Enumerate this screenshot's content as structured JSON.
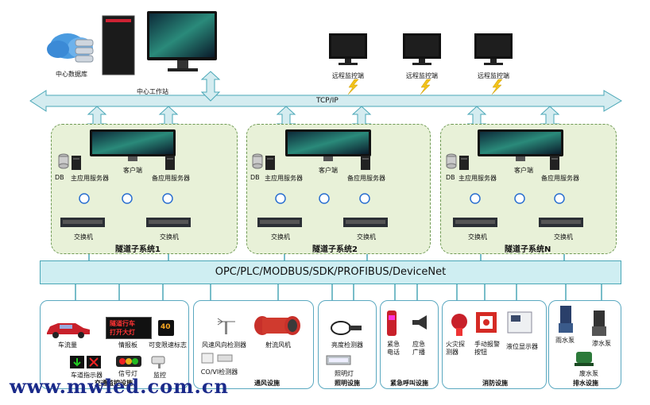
{
  "top": {
    "center_db_label": "中心数据库",
    "workstation_label": "中心工作站",
    "remote_terminals": [
      "远程监控端",
      "远程监控端",
      "远程监控端"
    ],
    "network_label": "TCP/IP"
  },
  "subsystems": [
    {
      "name": "隧道子系统1",
      "db": "DB",
      "main_server": "主应用服务器",
      "client": "客户端",
      "backup_server": "备应用服务器",
      "switch_left": "交换机",
      "switch_right": "交换机"
    },
    {
      "name": "隧道子系统2",
      "db": "DB",
      "main_server": "主应用服务器",
      "client": "客户端",
      "backup_server": "备应用服务器",
      "switch_left": "交换机",
      "switch_right": "交换机"
    },
    {
      "name": "隧道子系统N",
      "db": "DB",
      "main_server": "主应用服务器",
      "client": "客户端",
      "backup_server": "备应用服务器",
      "switch_left": "交换机",
      "switch_right": "交换机"
    }
  ],
  "bus_label": "OPC/PLC/MODBUS/SDK/PROFIBUS/DeviceNet",
  "groups": {
    "traffic": {
      "name": "交通监控设施",
      "items": [
        "车流量",
        "情报板",
        "可变限速标志",
        "车道指示器",
        "信号灯",
        "监控"
      ],
      "sign_text": [
        "隧道行车",
        "打开大灯"
      ],
      "speed_text": "40"
    },
    "ventilation": {
      "name": "通风设施",
      "items": [
        "风速风向检测器",
        "射流风机",
        "CO/VI检测器"
      ]
    },
    "lighting": {
      "name": "照明设施",
      "items": [
        "亮度检测器",
        "照明灯"
      ]
    },
    "emergency": {
      "name": "紧急呼叫设施",
      "items": [
        "紧急电话",
        "应急广播"
      ]
    },
    "fire": {
      "name": "消防设施",
      "items": [
        "火灾探测器",
        "手动报警按钮",
        "液位显示器"
      ]
    },
    "drainage": {
      "name": "排水设施",
      "items": [
        "雨水泵",
        "渗水泵",
        "废水泵"
      ]
    }
  },
  "watermark": "www.mwled.com.cn",
  "colors": {
    "arrow_fill": "#d4ecf0",
    "arrow_stroke": "#4aa7b7",
    "subsystem_bg": "#e8f1d8",
    "bus_bg": "#cfeef2"
  }
}
